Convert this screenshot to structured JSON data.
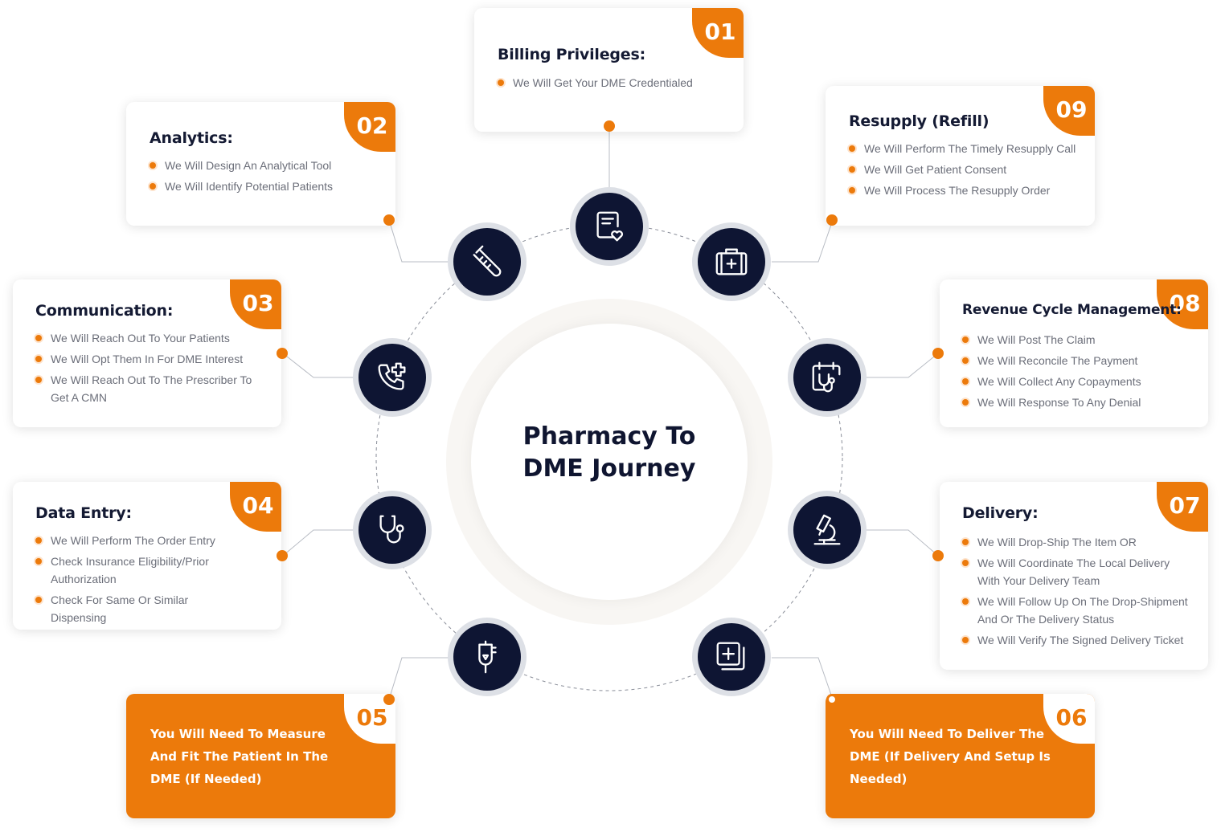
{
  "center": {
    "line1": "Pharmacy To",
    "line2": "DME Journey"
  },
  "steps": {
    "s01": {
      "number": "01",
      "title": "Billing Privileges:",
      "items": [
        "We Will Get Your DME Credentialed"
      ],
      "icon": "document-heart-icon"
    },
    "s02": {
      "number": "02",
      "title": "Analytics:",
      "items": [
        "We Will Design An Analytical Tool",
        "We Will Identify Potential Patients"
      ],
      "icon": "test-tube-icon"
    },
    "s03": {
      "number": "03",
      "title": "Communication:",
      "items": [
        "We Will Reach Out To Your Patients",
        "We Will Opt Them In For DME Interest",
        "We Will Reach Out To The Prescriber To Get A CMN"
      ],
      "icon": "phone-plus-icon"
    },
    "s04": {
      "number": "04",
      "title": "Data Entry:",
      "items": [
        "We Will Perform The Order Entry",
        "Check Insurance Eligibility/Prior Authorization",
        "Check For Same Or Similar Dispensing"
      ],
      "icon": "stethoscope-icon"
    },
    "s05": {
      "number": "05",
      "text": "You Will Need To Measure And Fit The Patient In The DME (If Needed)",
      "icon": "iv-bag-icon"
    },
    "s06": {
      "number": "06",
      "text": "You Will Need To Deliver The DME (If Delivery And Setup Is Needed)",
      "icon": "medical-box-icon"
    },
    "s07": {
      "number": "07",
      "title": "Delivery:",
      "items": [
        "We Will Drop-Ship The Item OR",
        "We Will Coordinate The Local Delivery With Your Delivery Team",
        "We Will Follow Up On The Drop-Shipment And Or The Delivery Status",
        "We Will Verify The Signed Delivery Ticket"
      ],
      "icon": "microscope-icon"
    },
    "s08": {
      "number": "08",
      "title": "Revenue Cycle Management:",
      "items": [
        "We Will Post The Claim",
        "We Will Reconcile The Payment",
        "We Will Collect Any Copayments",
        "We Will Response To Any Denial"
      ],
      "icon": "calendar-stethoscope-icon"
    },
    "s09": {
      "number": "09",
      "title": "Resupply (Refill)",
      "items": [
        "We Will Perform The Timely Resupply Call",
        "We Will Get Patient Consent",
        "We Will Process The Resupply Order"
      ],
      "icon": "first-aid-kit-icon"
    }
  },
  "colors": {
    "accent": "#ec7a0b",
    "navy": "#0e1533",
    "text": "#6b6e79"
  }
}
